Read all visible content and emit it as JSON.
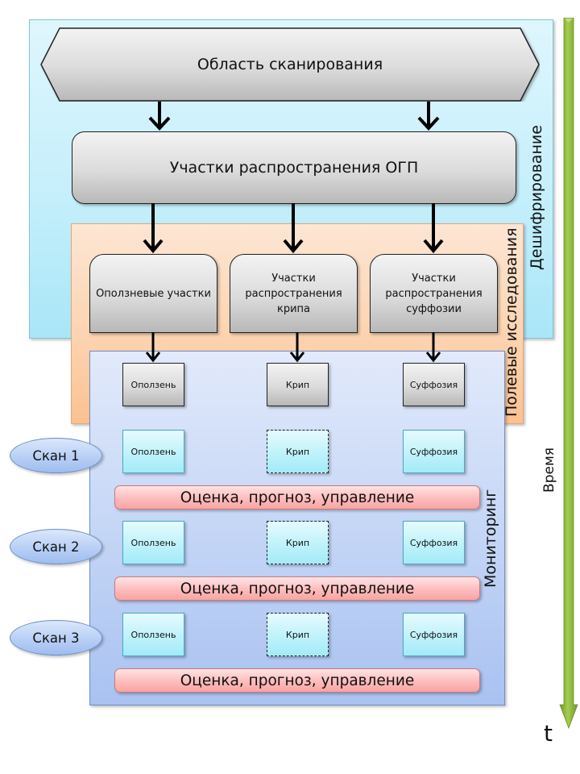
{
  "diagram": {
    "scan_area": "Область сканирования",
    "ogp_sites": "Участки распространения ОГП",
    "sites": [
      {
        "label": "Оползневые участки"
      },
      {
        "label": "Участки распространения крипа"
      },
      {
        "label": "Участки распространения суффозии"
      }
    ],
    "processes": [
      "Оползень",
      "Крип",
      "Суффозия"
    ],
    "scans": [
      {
        "label": "Скан 1",
        "items": [
          "Оползень",
          "Крип",
          "Суффозия"
        ],
        "assessment": "Оценка, прогноз, управление"
      },
      {
        "label": "Скан 2",
        "items": [
          "Оползень",
          "Крип",
          "Суффозия"
        ],
        "assessment": "Оценка, прогноз, управление"
      },
      {
        "label": "Скан 3",
        "items": [
          "Оползень",
          "Крип",
          "Суффозия"
        ],
        "assessment": "Оценка, прогноз, управление"
      }
    ],
    "phases": {
      "decoding": "Дешифрирование",
      "field": "Полевые исследования",
      "monitoring": "Мониторинг"
    },
    "time_axis": {
      "label": "Время",
      "symbol": "t"
    },
    "colors": {
      "decoding_panel": "#c5effb",
      "field_panel": "#fcd2ae",
      "monitoring_panel": "#c5d6f6",
      "assessment_bar": "#fdbcbc",
      "scan_box": "#bff2fb",
      "time_arrow": "#8cb33a"
    }
  }
}
